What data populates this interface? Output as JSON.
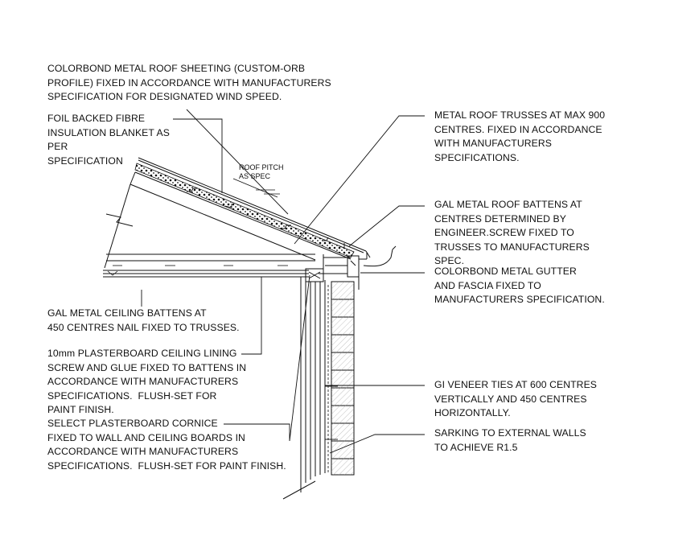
{
  "annotations": {
    "roof_sheeting": "COLORBOND METAL ROOF SHEETING (CUSTOM-ORB\nPROFILE) FIXED IN ACCORDANCE WITH MANUFACTURERS\nSPECIFICATION FOR DESIGNATED WIND SPEED.",
    "insulation": "FOIL BACKED FIBRE\nINSULATION BLANKET AS\nPER\nSPECIFICATION",
    "roof_pitch": "ROOF PITCH\nAS SPEC",
    "trusses": "METAL ROOF TRUSSES AT MAX 900\nCENTRES. FIXED IN ACCORDANCE\nWITH MANUFACTURERS\nSPECIFICATIONS.",
    "battens": "GAL METAL ROOF BATTENS AT\nCENTRES DETERMINED BY\nENGINEER.SCREW FIXED TO\nTRUSSES TO MANUFACTURERS\nSPEC.",
    "gutter": "COLORBOND METAL GUTTER\nAND FASCIA FIXED TO\nMANUFACTURERS SPECIFICATION.",
    "ceiling_battens": "GAL METAL CEILING BATTENS AT\n450 CENTRES NAIL FIXED TO TRUSSES.",
    "plasterboard": "10mm PLASTERBOARD CEILING LINING\nSCREW AND GLUE FIXED TO BATTENS IN\nACCORDANCE WITH MANUFACTURERS\nSPECIFICATIONS.  FLUSH-SET FOR\nPAINT FINISH.",
    "cornice": "SELECT PLASTERBOARD CORNICE\nFIXED TO WALL AND CEILING BOARDS IN\nACCORDANCE WITH MANUFACTURERS\nSPECIFICATIONS.  FLUSH-SET FOR PAINT FINISH.",
    "veneer_ties": "GI VENEER TIES AT 600 CENTRES\nVERTICALLY AND 450 CENTRES\nHORIZONTALLY.",
    "sarking": "SARKING TO EXTERNAL WALLS\nTO ACHIEVE R1.5"
  },
  "colors": {
    "line": "#111111",
    "background": "#ffffff"
  }
}
